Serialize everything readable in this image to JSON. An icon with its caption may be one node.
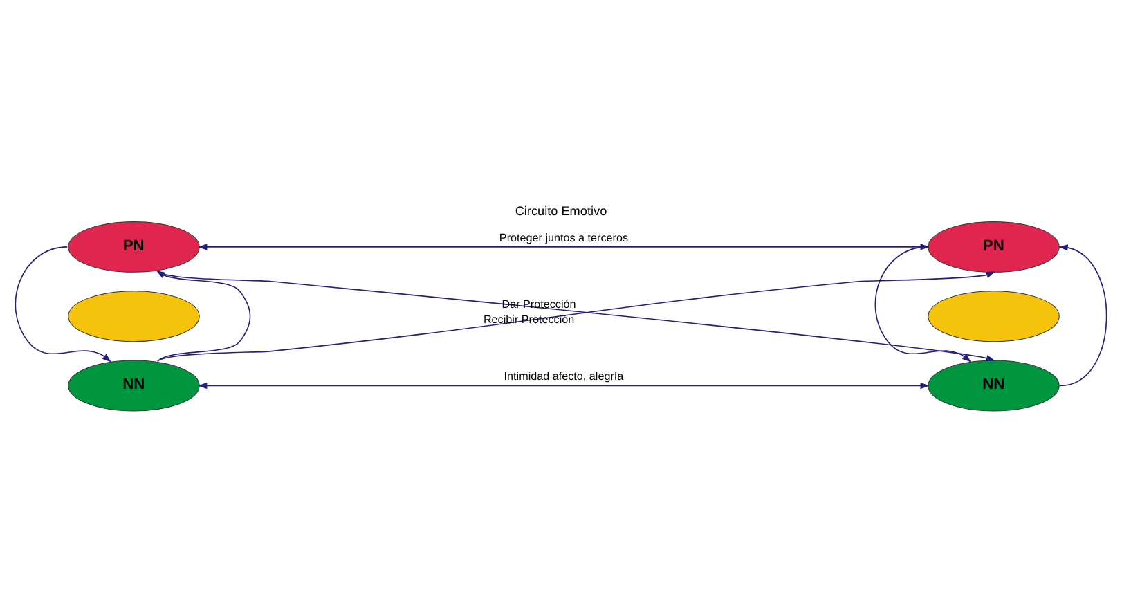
{
  "diagram": {
    "title": "Circuito Emotivo",
    "nodes": [
      {
        "text": [
          "PN"
        ]
      },
      {
        "text": [],
        "shape": "ellipse"
      },
      {
        "text": [
          "NN"
        ]
      },
      {
        "text": [
          "PN"
        ]
      },
      {
        "text": [],
        "shape": "ellipse"
      },
      {
        "text": [
          "NN"
        ]
      }
    ],
    "edges": [
      {
        "from": 0,
        "to": 3,
        "arrow": "both",
        "label": "Proteger juntos a terceros"
      },
      {
        "from": 0,
        "to": 2,
        "arrow": "to"
      },
      {
        "from": 2,
        "to": 0,
        "arrow": "to"
      },
      {
        "from": 0,
        "to": 5,
        "arrow": "to",
        "label": "Dar Protección"
      },
      {
        "from": 2,
        "to": 3,
        "arrow": "to",
        "label": "Recibir Protección"
      },
      {
        "from": 3,
        "to": 5,
        "arrow": "to"
      },
      {
        "from": 5,
        "to": 3,
        "arrow": "to"
      },
      {
        "from": 2,
        "to": 5,
        "arrow": "both",
        "label": "Intimidad afecto, alegría"
      }
    ]
  }
}
